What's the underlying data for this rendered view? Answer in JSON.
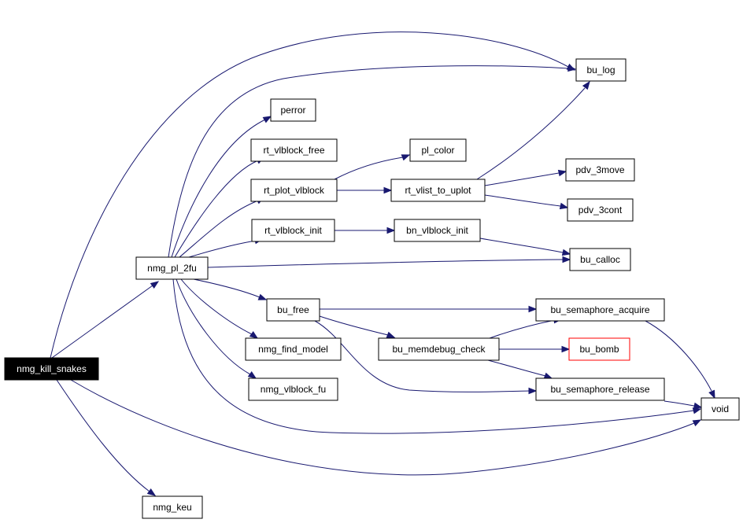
{
  "diagram": {
    "colors": {
      "edge": "#191970",
      "root_fill": "#000000",
      "root_text": "#ffffff",
      "highlight_border": "#ff0000"
    },
    "nodes": {
      "nmg_kill_snakes": "nmg_kill_snakes",
      "nmg_pl_2fu": "nmg_pl_2fu",
      "nmg_keu": "nmg_keu",
      "bu_log": "bu_log",
      "perror": "perror",
      "rt_vlblock_free": "rt_vlblock_free",
      "rt_plot_vlblock": "rt_plot_vlblock",
      "rt_vlblock_init": "rt_vlblock_init",
      "bu_free": "bu_free",
      "nmg_find_model": "nmg_find_model",
      "nmg_vlblock_fu": "nmg_vlblock_fu",
      "pl_color": "pl_color",
      "rt_vlist_to_uplot": "rt_vlist_to_uplot",
      "bn_vlblock_init": "bn_vlblock_init",
      "bu_memdebug_check": "bu_memdebug_check",
      "pdv_3move": "pdv_3move",
      "pdv_3cont": "pdv_3cont",
      "bu_calloc": "bu_calloc",
      "bu_semaphore_acquire": "bu_semaphore_acquire",
      "bu_bomb": "bu_bomb",
      "bu_semaphore_release": "bu_semaphore_release",
      "void": "void"
    },
    "edges": [
      [
        "nmg_kill_snakes",
        "nmg_pl_2fu"
      ],
      [
        "nmg_kill_snakes",
        "bu_log"
      ],
      [
        "nmg_kill_snakes",
        "void"
      ],
      [
        "nmg_kill_snakes",
        "nmg_keu"
      ],
      [
        "nmg_pl_2fu",
        "bu_log"
      ],
      [
        "nmg_pl_2fu",
        "perror"
      ],
      [
        "nmg_pl_2fu",
        "rt_vlblock_free"
      ],
      [
        "nmg_pl_2fu",
        "rt_plot_vlblock"
      ],
      [
        "nmg_pl_2fu",
        "rt_vlblock_init"
      ],
      [
        "nmg_pl_2fu",
        "bu_calloc"
      ],
      [
        "nmg_pl_2fu",
        "bu_free"
      ],
      [
        "nmg_pl_2fu",
        "nmg_find_model"
      ],
      [
        "nmg_pl_2fu",
        "nmg_vlblock_fu"
      ],
      [
        "nmg_pl_2fu",
        "void"
      ],
      [
        "rt_plot_vlblock",
        "pl_color"
      ],
      [
        "rt_plot_vlblock",
        "rt_vlist_to_uplot"
      ],
      [
        "rt_vlist_to_uplot",
        "bu_log"
      ],
      [
        "rt_vlist_to_uplot",
        "pdv_3move"
      ],
      [
        "rt_vlist_to_uplot",
        "pdv_3cont"
      ],
      [
        "rt_vlblock_init",
        "bn_vlblock_init"
      ],
      [
        "bn_vlblock_init",
        "bu_calloc"
      ],
      [
        "bu_free",
        "bu_semaphore_acquire"
      ],
      [
        "bu_free",
        "bu_memdebug_check"
      ],
      [
        "bu_free",
        "bu_semaphore_release"
      ],
      [
        "bu_memdebug_check",
        "bu_semaphore_acquire"
      ],
      [
        "bu_memdebug_check",
        "bu_bomb"
      ],
      [
        "bu_memdebug_check",
        "bu_semaphore_release"
      ],
      [
        "bu_semaphore_acquire",
        "void"
      ],
      [
        "bu_semaphore_release",
        "void"
      ]
    ]
  }
}
